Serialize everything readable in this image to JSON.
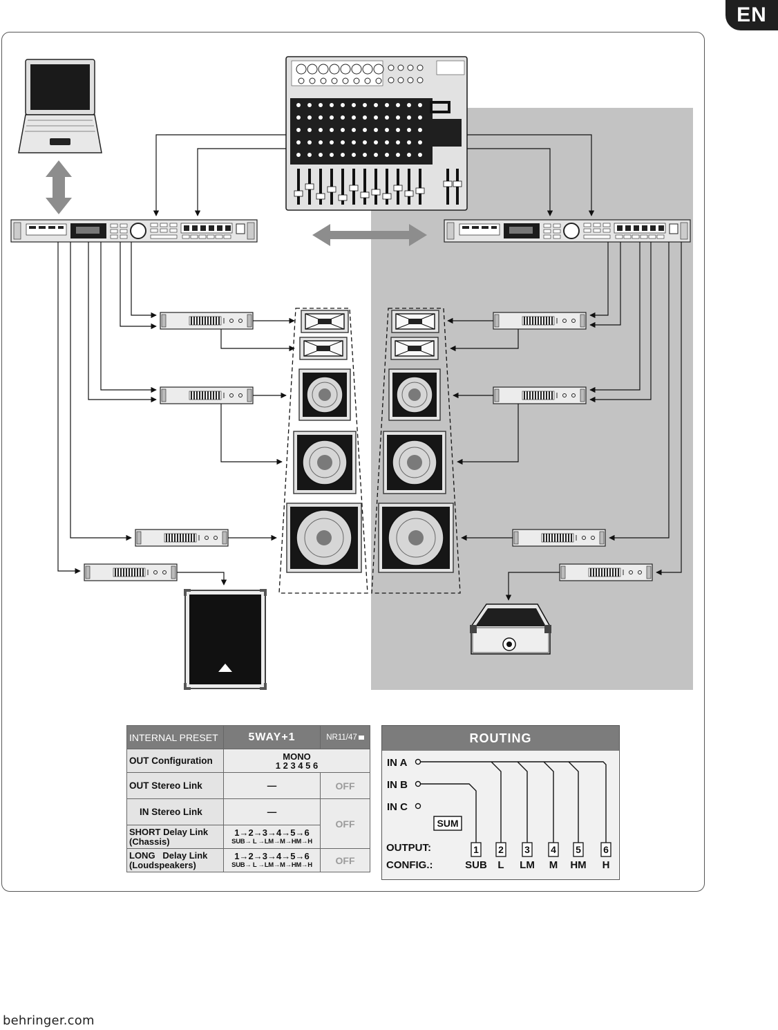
{
  "page": {
    "language_badge": "EN",
    "footer_brand": "behringer.com"
  },
  "colors": {
    "shaded_area": "#c3c3c3",
    "table_header": "#7c7c7c",
    "off_text": "#9b9b9b"
  },
  "preset_table": {
    "header": {
      "label": "INTERNAL PRESET",
      "value": "5WAY+1",
      "code": "NR11/47"
    },
    "rows": [
      {
        "label": "OUT Configuration",
        "value_line1": "MONO",
        "value_line2": "1 2 3 4 5 6"
      },
      {
        "label": "OUT Stereo Link",
        "value": "—",
        "state": "OFF"
      },
      {
        "label": "IN Stereo Link",
        "value": "—"
      },
      {
        "label_line1": "SHORT Delay Link",
        "label_line2": "(Chassis)",
        "chain": "1→2→3→4→5→6",
        "chain_sub": "SUB→ L →LM→M→HM→H",
        "state": "OFF"
      },
      {
        "label_line1": "LONG   Delay Link",
        "label_line2": "(Loudspeakers)",
        "chain": "1→2→3→4→5→6",
        "chain_sub": "SUB→ L →LM→M→HM→H",
        "state": "OFF"
      }
    ]
  },
  "routing": {
    "title": "ROUTING",
    "inputs": [
      "IN A",
      "IN B",
      "IN C"
    ],
    "sum_label": "SUM",
    "output_label": "OUTPUT:",
    "config_label": "CONFIG.:",
    "outputs": [
      "1",
      "2",
      "3",
      "4",
      "5",
      "6"
    ],
    "configs": [
      "SUB",
      "L",
      "LM",
      "M",
      "HM",
      "H"
    ]
  }
}
